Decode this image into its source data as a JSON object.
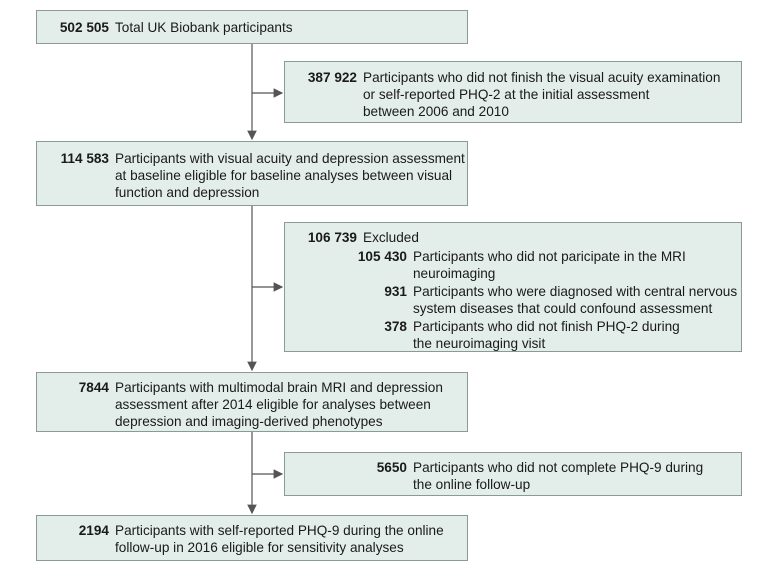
{
  "boxes": {
    "total": {
      "count": "502 505",
      "lines": [
        "Total UK Biobank participants"
      ]
    },
    "excluded1": {
      "count": "387 922",
      "lines": [
        "Participants who did not finish the visual acuity examination",
        "or self-reported PHQ-2 at the initial assessment",
        "between 2006 and 2010"
      ]
    },
    "baseline": {
      "count": "114 583",
      "lines": [
        "Participants with visual acuity and depression assessment",
        "at baseline eligible for baseline analyses between visual",
        "function and depression"
      ]
    },
    "excluded2": {
      "count": "106 739",
      "label": "Excluded",
      "items": [
        {
          "count": "105 430",
          "lines": [
            "Participants who did not paricipate in the MRI",
            "neuroimaging"
          ]
        },
        {
          "count": "931",
          "lines": [
            "Participants who were diagnosed with central nervous",
            "system diseases that could confound assessment"
          ]
        },
        {
          "count": "378",
          "lines": [
            "Participants who did not finish PHQ-2 during",
            "the neuroimaging visit"
          ]
        }
      ]
    },
    "mri": {
      "count": "7844",
      "lines": [
        "Participants with multimodal brain MRI and depression",
        "assessment after 2014 eligible for analyses between",
        "depression and imaging-derived phenotypes"
      ]
    },
    "excluded3": {
      "count": "5650",
      "lines": [
        "Participants who did not complete PHQ-9 during",
        "the online follow-up"
      ]
    },
    "followup": {
      "count": "2194",
      "lines": [
        "Participants with self-reported PHQ-9 during the online",
        "follow-up in 2016 eligible for sensitivity analyses"
      ]
    }
  },
  "colors": {
    "box_fill": "#e3eeeb",
    "box_border": "#8a9a97",
    "arrow": "#555555"
  }
}
